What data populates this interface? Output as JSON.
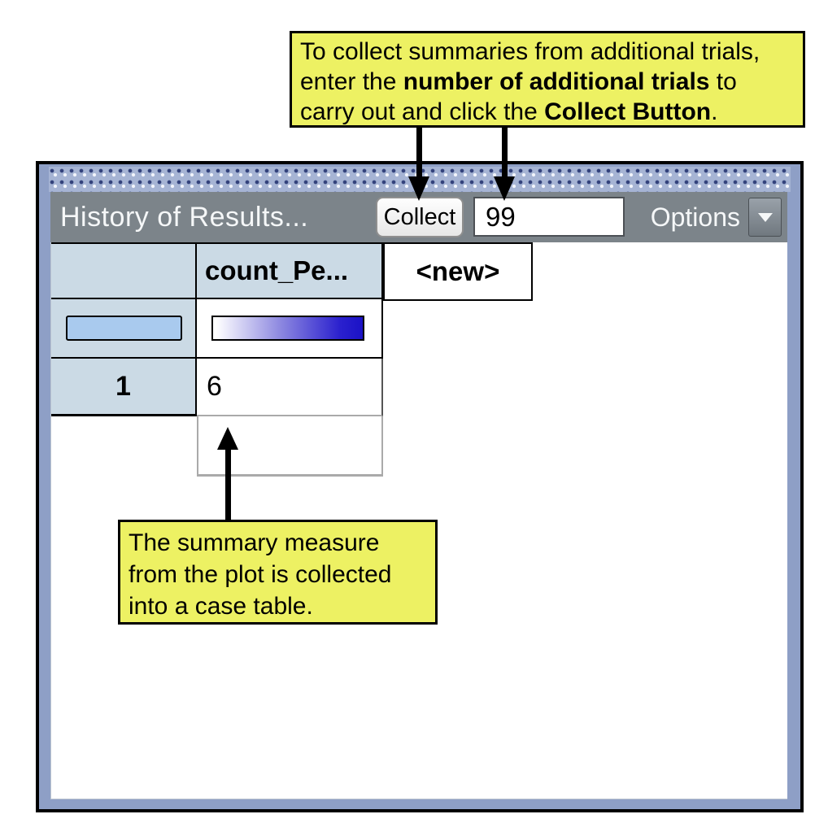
{
  "callout_top": {
    "line1": "To collect summaries from additional trials,",
    "line2_pre": "enter the ",
    "line2_bold": "number of additional trials",
    "line2_post": " to",
    "line3_pre": "carry out and click the ",
    "line3_bold": "Collect Button",
    "line3_post": "."
  },
  "callout_bottom": {
    "line1": "The summary measure",
    "line2": "from the plot is collected",
    "line3": "into a case table."
  },
  "window": {
    "title": "History of Results...",
    "toolbar": {
      "collect_label": "Collect",
      "trials_value": "99",
      "options_label": "Options"
    },
    "table": {
      "headers": {
        "row_label": "",
        "col1": "count_Pe...",
        "col2": "<new>"
      },
      "rows": [
        {
          "label": "1",
          "value": "6"
        }
      ]
    }
  },
  "colors": {
    "callout_bg": "#EDF163",
    "window_frame": "#8E9FC6",
    "titlebar_bg": "#7C848A",
    "table_header_bg": "#CBDAE5",
    "swatch_fill": "#A9CAEE",
    "gradient_end": "#1B12C6"
  }
}
